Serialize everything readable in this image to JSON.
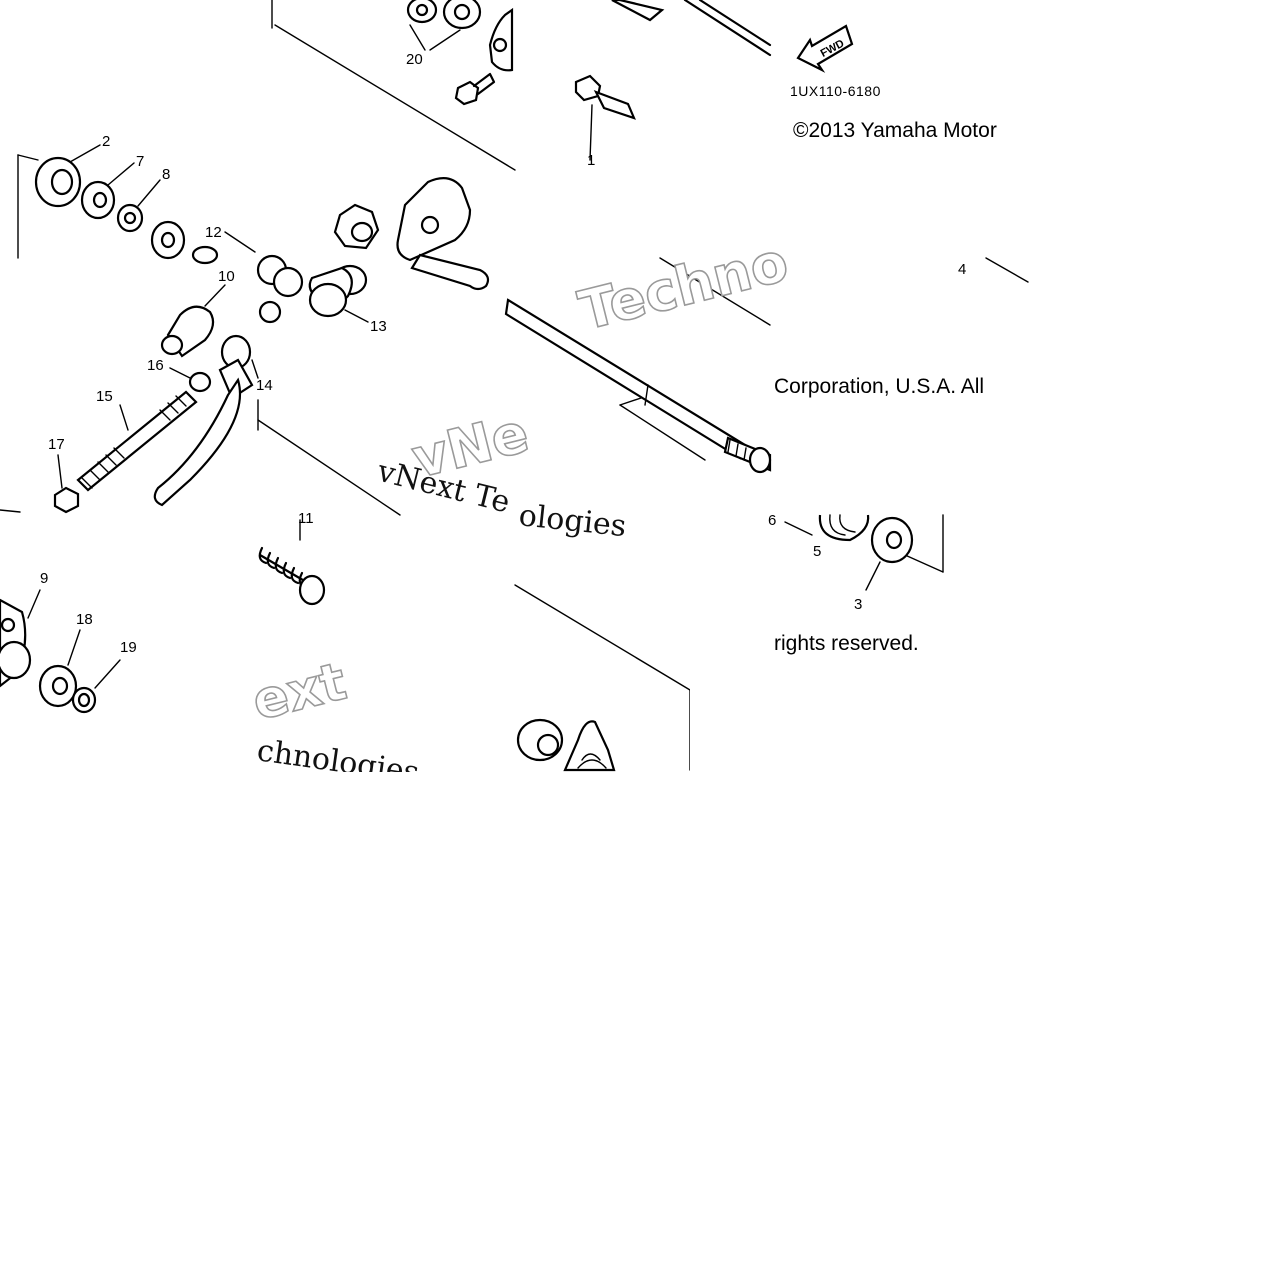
{
  "diagram": {
    "part_code": "1UX110-6180",
    "copyright_line1": "©2013 Yamaha Motor",
    "copyright_line2": "Corporation, U.S.A. All",
    "copyright_line3": "rights reserved.",
    "fwd_label": "FWD",
    "watermarks": [
      "Techno",
      "vNe",
      "vNext Te",
      "ologies",
      "ext",
      "chnologies"
    ],
    "callouts": [
      "1",
      "2",
      "3",
      "4",
      "5",
      "6",
      "7",
      "8",
      "9",
      "10",
      "11",
      "12",
      "13",
      "14",
      "15",
      "16",
      "17",
      "18",
      "19",
      "20"
    ]
  }
}
